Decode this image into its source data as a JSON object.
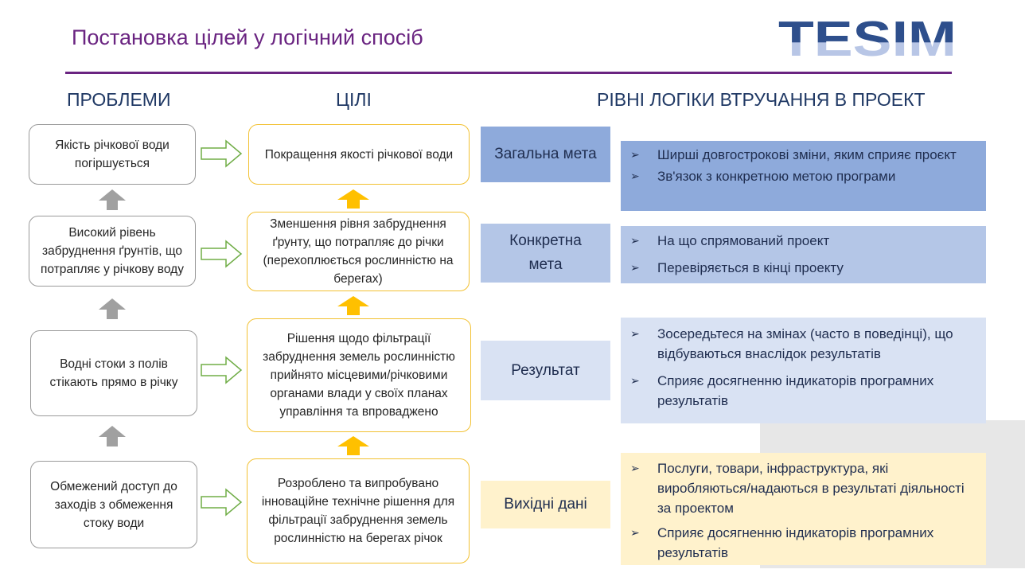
{
  "title": "Постановка цілей у логічний спосіб",
  "logo": {
    "text": "TESIM",
    "color_top": "#2e4f8c",
    "color_bottom": "#b8c6e6"
  },
  "headers": {
    "problems": "ПРОБЛЕМИ",
    "goals": "ЦІЛІ",
    "levels": "РІВНІ ЛОГІКИ ВТРУЧАННЯ В ПРОЕКТ"
  },
  "problems": [
    "Якість річкової води погіршується",
    "Високий рівень забруднення ґрунтів, що потрапляє у річкову воду",
    "Водні стоки з полів стікають прямо в річку",
    "Обмежений доступ до заходів з обмеження стоку води"
  ],
  "goals": [
    "Покращення якості річкової води",
    "Зменшення рівня забруднення ґрунту, що потрапляє до річки (перехоплюється рослинністю на берегах)",
    "Рішення щодо фільтрації забруднення земель рослинністю прийнято місцевими/річковими органами влади у своїх планах управління та впроваджено",
    "Розроблено та випробувано інноваційне технічне рішення для фільтрації забруднення земель рослинністю на берегах річок"
  ],
  "levels": [
    {
      "label": "Загальна мета",
      "items": [
        "Ширші довгострокові зміни, яким сприяє проєкт",
        "Зв'язок з конкретною метою програми"
      ]
    },
    {
      "label": "Конкретна мета",
      "items": [
        "На що спрямований проект",
        "Перевіряється в кінці проекту"
      ]
    },
    {
      "label": "Результат",
      "items": [
        "Зосередьтеся на змінах (часто в поведінці), що відбуваються внаслідок результатів",
        "Сприяє досягненню індикаторів програмних результатів"
      ]
    },
    {
      "label": "Вихідні дані",
      "items": [
        "Послуги, товари, інфраструктура, які виробляються/надаються в результаті діяльності за проектом",
        "Сприяє досягненню індикаторів програмних результатів"
      ]
    }
  ],
  "colors": {
    "title": "#6a2481",
    "level1_label": "#8eaadb",
    "level1_desc": "#8eaadb",
    "level2_label": "#b4c6e7",
    "level2_desc": "#b4c6e7",
    "level3_label": "#d9e2f3",
    "level3_desc": "#d9e2f3",
    "level4_label": "#fff2cc",
    "level4_desc": "#fff2cc",
    "up_arrow_grey": "#a0a0a0",
    "up_arrow_gold": "#ffc000",
    "right_arrow": "#70ad47"
  },
  "icons": {
    "bullet": "arrowhead-bullet-icon"
  }
}
